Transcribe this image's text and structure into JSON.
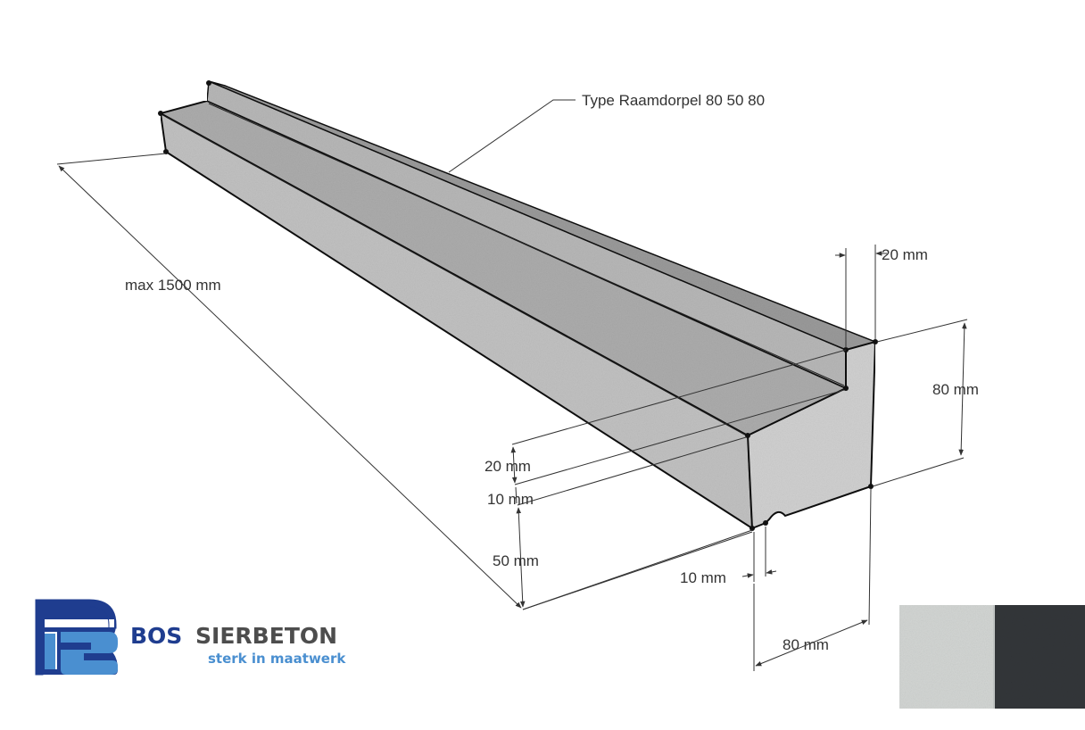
{
  "diagram": {
    "product_label": "Type Raamdorpel 80 50 80",
    "dimensions": {
      "length": "max 1500 mm",
      "top_step_width": "20 mm",
      "total_height": "80 mm",
      "step_rise": "20 mm",
      "slope_drop": "10 mm",
      "front_height": "50 mm",
      "drip_groove": "10 mm",
      "total_depth": "80 mm"
    }
  },
  "brand": {
    "name_part1": "BOS",
    "name_part2": "SIERBETON",
    "tagline": "sterk in maatwerk",
    "colors": {
      "dark_blue": "#1f3d8f",
      "light_blue": "#4a8fd0"
    }
  },
  "swatches": [
    {
      "name": "light-grey",
      "color": "#d2d5d3"
    },
    {
      "name": "anthracite",
      "color": "#33363a"
    }
  ]
}
